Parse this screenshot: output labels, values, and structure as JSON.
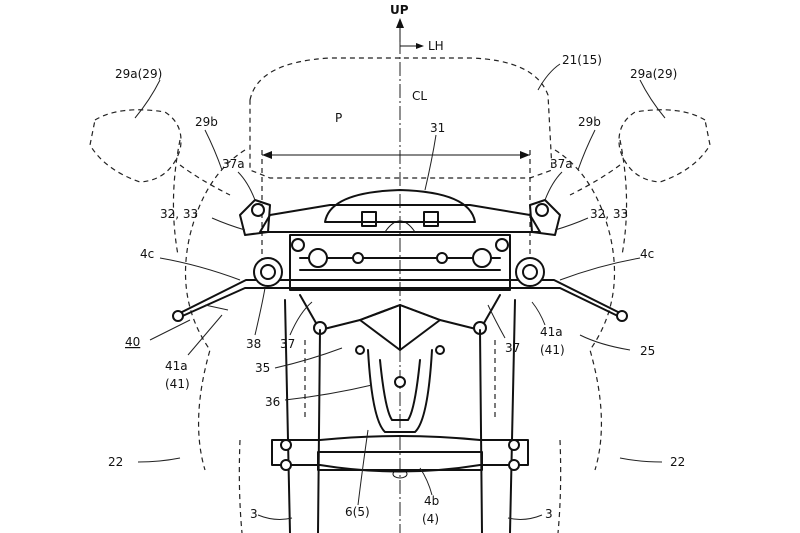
{
  "figure": {
    "axis": {
      "up": "UP",
      "lh": "LH",
      "cl": "CL"
    },
    "labels": {
      "l_29a_left": "29a(29)",
      "l_29a_right": "29a(29)",
      "l_21": "21(15)",
      "l_29b_left": "29b",
      "l_29b_right": "29b",
      "l_37a_left": "37a",
      "l_37a_right": "37a",
      "l_p": "P",
      "l_31": "31",
      "l_3233_left": "32, 33",
      "l_3233_right": "32, 33",
      "l_4c_left": "4c",
      "l_4c_right": "4c",
      "l_40": "40",
      "l_38": "38",
      "l_37_left": "37",
      "l_37_right": "37",
      "l_41a_left": "41a",
      "l_41_left": "(41)",
      "l_41a_right": "41a",
      "l_41_right": "(41)",
      "l_25": "25",
      "l_35": "35",
      "l_36": "36",
      "l_22_left": "22",
      "l_22_right": "22",
      "l_3_left": "3",
      "l_3_right": "3",
      "l_65": "6(5)",
      "l_4b": "4b",
      "l_4": "(4)"
    }
  }
}
